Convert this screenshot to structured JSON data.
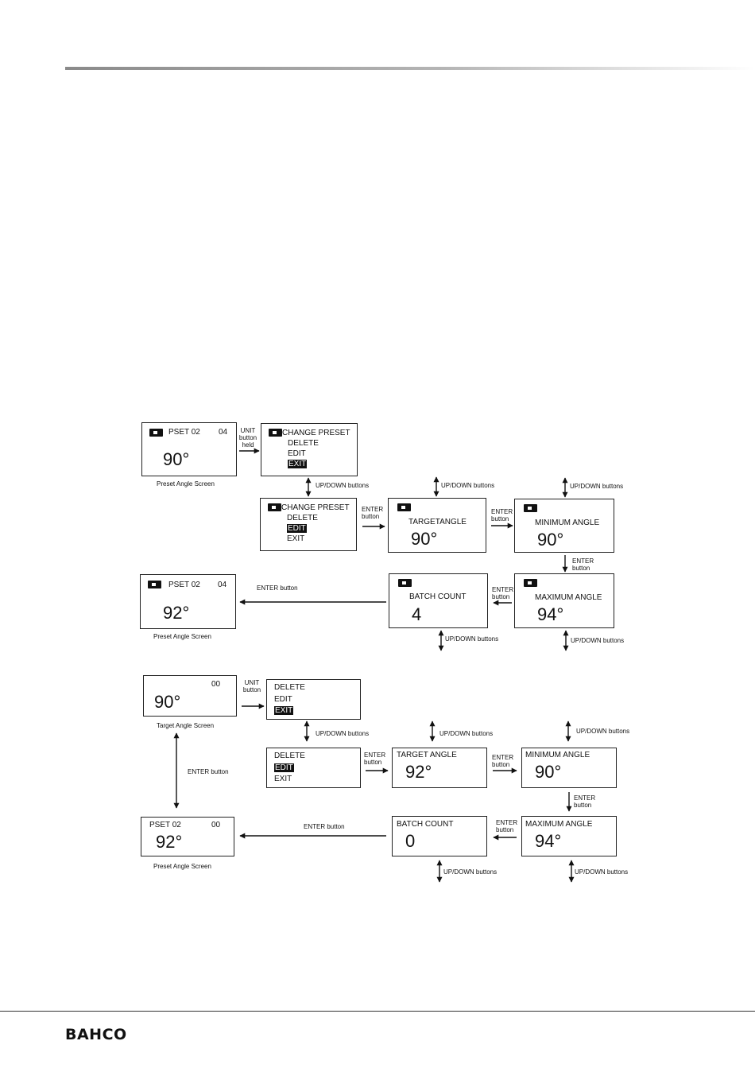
{
  "brand": "BAHCO",
  "d1": {
    "s1": {
      "pset": "PSET 02",
      "count": "04",
      "angle": "90°",
      "caption": "Preset Angle Screen"
    },
    "s2": {
      "items": [
        "CHANGE PRESET",
        "DELETE",
        "EDIT",
        "EXIT"
      ]
    },
    "s3": {
      "items": [
        "CHANGE PRESET",
        "DELETE",
        "EDIT",
        "EXIT"
      ]
    },
    "s4": {
      "label": "TARGETANGLE",
      "value": "90°"
    },
    "s5": {
      "label": "MINIMUM ANGLE",
      "value": "90°"
    },
    "s6": {
      "label": "MAXIMUM ANGLE",
      "value": "94°"
    },
    "s7": {
      "label": "BATCH COUNT",
      "value": "4"
    },
    "s8": {
      "pset": "PSET 02",
      "count": "04",
      "angle": "92°",
      "caption": "Preset Angle Screen"
    },
    "labels": {
      "unit_held": [
        "UNIT",
        "button",
        "held"
      ],
      "updown": "UP/DOWN buttons",
      "enter": [
        "ENTER",
        "button"
      ],
      "enter_button": "ENTER button"
    }
  },
  "d2": {
    "s1": {
      "count": "00",
      "angle": "90°",
      "caption": "Target Angle Screen"
    },
    "s2": {
      "items": [
        "DELETE",
        "EDIT",
        "EXIT"
      ]
    },
    "s3": {
      "items": [
        "DELETE",
        "EDIT",
        "EXIT"
      ]
    },
    "s4": {
      "label": "TARGET ANGLE",
      "value": "92°"
    },
    "s5": {
      "label": "MINIMUM ANGLE",
      "value": "90°"
    },
    "s6": {
      "label": "MAXIMUM ANGLE",
      "value": "94°"
    },
    "s7": {
      "label": "BATCH COUNT",
      "value": "0"
    },
    "s8": {
      "pset": "PSET 02",
      "count": "00",
      "angle": "92°",
      "caption": "Preset Angle Screen"
    },
    "labels": {
      "unit": [
        "UNIT",
        "button"
      ],
      "updown": "UP/DOWN buttons",
      "enter": [
        "ENTER",
        "button"
      ],
      "enter_button": "ENTER button"
    }
  }
}
